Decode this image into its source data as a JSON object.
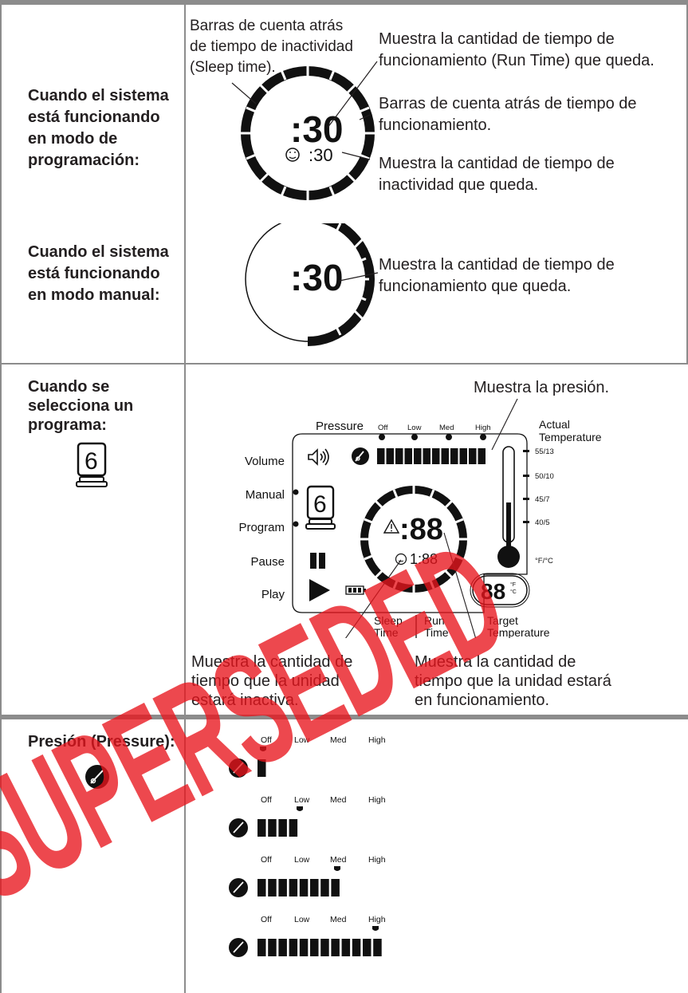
{
  "rows": {
    "programming": {
      "heading": "Cuando el sistema está funcionando en modo de programación:",
      "heading_lines": [
        "Cuando el sistema",
        "está funcionando",
        "en modo de",
        "programación:"
      ],
      "callout_sleep_bars": [
        "Barras de cuenta atrás",
        "de tiempo de inactividad",
        "(Sleep time)."
      ],
      "callout_run_time": [
        "Muestra la cantidad de tiempo de",
        "funcionamiento (Run Time) que queda."
      ],
      "callout_run_bars": [
        "Barras de cuenta atrás de tiempo de",
        "funcionamiento."
      ],
      "callout_sleep_remaining": [
        "Muestra la cantidad de tiempo de",
        "inactividad que queda."
      ],
      "display_big": ":30",
      "display_small": ":30"
    },
    "manual": {
      "heading_lines": [
        "Cuando el sistema",
        "está funcionando",
        "en modo manual:"
      ],
      "callout": [
        "Muestra la cantidad de tiempo de",
        "funcionamiento que queda."
      ],
      "display_big": ":30"
    },
    "program_select": {
      "heading_lines": [
        "Cuando se",
        "selecciona un",
        "programa:"
      ],
      "program_icon_digit": "6",
      "callout_pressure": "Muestra la presión.",
      "pressure_label": "Pressure",
      "pressure_levels": [
        "Off",
        "Low",
        "Med",
        "High"
      ],
      "actual_temperature": [
        "Actual",
        "Temperature"
      ],
      "temp_scale": [
        "55/13",
        "50/10",
        "45/7",
        "40/5"
      ],
      "temp_unit": "°F/°C",
      "side_labels": [
        "Volume",
        "Manual",
        "Program",
        "Pause",
        "Play"
      ],
      "program_digit": "6",
      "run_display": ":88",
      "sleep_display": "1:88",
      "target_display": "88",
      "target_units": [
        "°F",
        "°C"
      ],
      "sleep_time": [
        "Sleep",
        "Time"
      ],
      "run_time": [
        "Run",
        "Time"
      ],
      "target_temperature": [
        "Target",
        "Temperature"
      ],
      "callout_sleep": [
        "Muestra la cantidad de",
        "tiempo que la unidad",
        "estará inactiva."
      ],
      "callout_run": [
        "Muestra la cantidad de",
        "tiempo que la unidad estará",
        "en funcionamiento."
      ]
    },
    "pressure": {
      "heading": "Presión (Pressure):",
      "levels": [
        "Off",
        "Low",
        "Med",
        "High"
      ],
      "examples": [
        {
          "level": "Off",
          "segments": 1
        },
        {
          "level": "Low",
          "segments": 4
        },
        {
          "level": "Med",
          "segments": 8
        },
        {
          "level": "High",
          "segments": 12
        }
      ]
    }
  },
  "watermark": "SUPERSEDED",
  "colors": {
    "rule": "#8c8c8c",
    "ink": "#231f20",
    "watermark": "#e8141c"
  }
}
